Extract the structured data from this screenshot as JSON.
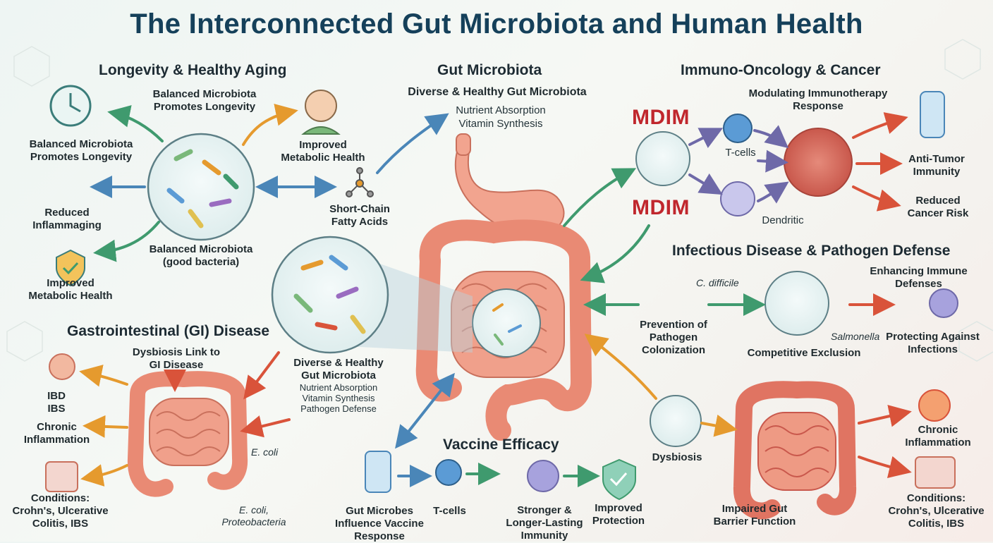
{
  "title": "The Interconnected Gut Microbiota and Human Health",
  "longevity": {
    "heading": "Longevity & Healthy Aging",
    "top_label": "Balanced Microbiota Promotes Longevity",
    "left_top": "Balanced Microbiota Promotes Longevity",
    "left_mid": "Reduced Inflammaging",
    "left_bottom": "Improved Metabolic Health",
    "right_top": "Improved Metabolic Health",
    "center_caption": "Balanced Microbiota (good bacteria)",
    "scfa": "Short-Chain Fatty Acids"
  },
  "gut": {
    "heading": "Gut Microbiota",
    "subheading": "Diverse & Healthy Gut Microbiota",
    "functions": "Nutrient Absorption\nVitamin Synthesis",
    "zoom_title": "Diverse & Healthy Gut Microbiota",
    "zoom_functions": "Nutrient Absorption\nVitamin Synthesis\nPathogen Defense"
  },
  "oncology": {
    "heading": "Immuno-Oncology & Cancer",
    "subheading": "Modulating Immunotherapy Response",
    "mdim_1": "MDIM",
    "mdim_2": "MDIM",
    "tcells": "T-cells",
    "dendritic": "Dendritic",
    "anti_tumor": "Anti-Tumor Immunity",
    "reduced_risk": "Reduced Cancer Risk"
  },
  "infectious": {
    "heading": "Infectious Disease & Pathogen Defense",
    "c_difficile": "C. difficile",
    "salmonella": "Salmonella",
    "prevention": "Prevention of Pathogen Colonization",
    "competitive": "Competitive Exclusion",
    "enhancing": "Enhancing Immune Defenses",
    "protecting": "Protecting Against Infections"
  },
  "gi": {
    "heading": "Gastrointestinal (GI) Disease",
    "dysbiosis_link": "Dysbiosis Link to GI Disease",
    "ibd": "IBD\nIBS",
    "chronic": "Chronic Inflammation",
    "conditions": "Conditions:\nCrohn's, Ulcerative\nColitis, IBS",
    "ecoli": "E. coli",
    "ecoli_proteo": "E. coli,\nProteobacteria"
  },
  "vaccine": {
    "heading": "Vaccine Efficacy",
    "gut_microbes": "Gut Microbes Influence Vaccine Response",
    "tcells": "T-cells",
    "stronger": "Stronger & Longer-Lasting Immunity",
    "improved": "Improved Protection"
  },
  "dysbiosis": {
    "label": "Dysbiosis",
    "impaired": "Impaired Gut Barrier Function",
    "chronic": "Chronic Inflammation",
    "conditions": "Conditions:\nCrohn's, Ulcerative\nColitis, IBS"
  },
  "colors": {
    "arrow_green": "#3f9a6e",
    "arrow_blue": "#4a86b8",
    "arrow_orange": "#e59a2e",
    "arrow_red": "#d9533a",
    "arrow_purple": "#6e69a8",
    "intestine": "#e98a74",
    "stomach": "#f2a48f",
    "mdim_red": "#c0272d"
  }
}
